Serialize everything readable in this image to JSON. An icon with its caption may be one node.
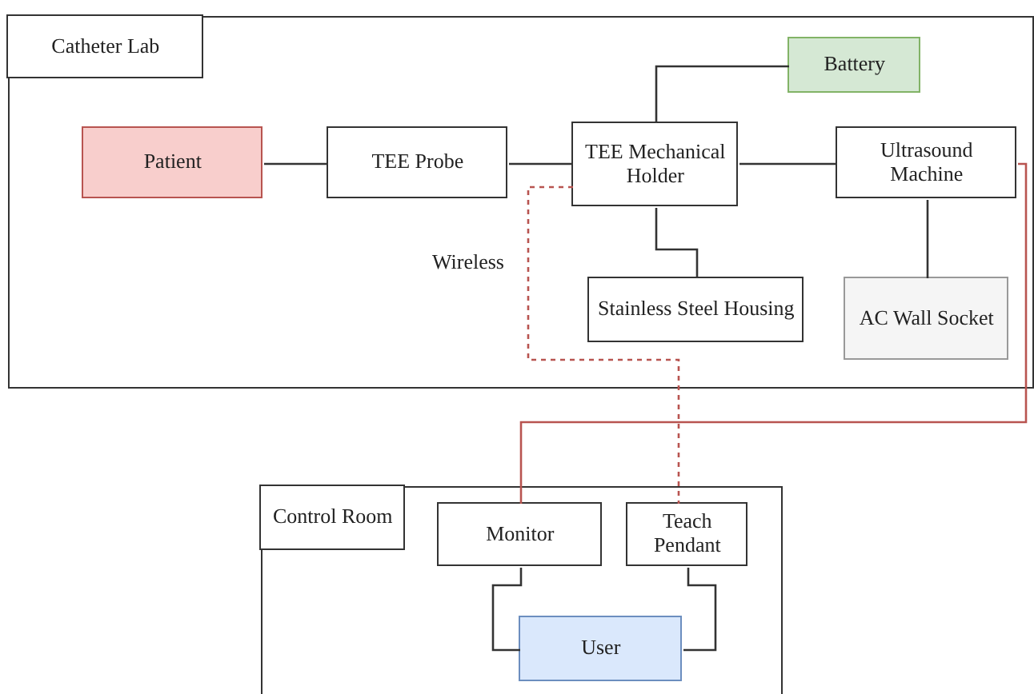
{
  "diagram": {
    "nodes": [
      {
        "text": [],
        "shape": "box"
      },
      {
        "text": [
          "Catheter Lab"
        ],
        "in": 0
      },
      {
        "text": [
          "Patient"
        ],
        "in": 0
      },
      {
        "text": [
          "TEE Probe"
        ],
        "in": 0
      },
      {
        "text": [
          "TEE Mechanical Holder"
        ],
        "in": 0
      },
      {
        "text": [
          "Battery"
        ],
        "in": 0
      },
      {
        "text": [
          "Ultrasound Machine"
        ],
        "in": 0
      },
      {
        "text": [
          "Stainless Steel Housing"
        ],
        "in": 0
      },
      {
        "text": [
          "AC Wall Socket"
        ],
        "in": 0
      },
      {
        "text": [],
        "shape": "box"
      },
      {
        "text": [
          "Control Room"
        ],
        "in": 9
      },
      {
        "text": [
          "Monitor"
        ],
        "in": 9
      },
      {
        "text": [
          "Teach Pendant"
        ],
        "in": 9
      },
      {
        "text": [
          "User"
        ],
        "in": 9
      }
    ],
    "edges": [
      {
        "from": 2,
        "to": 3,
        "arrow": "none"
      },
      {
        "from": 3,
        "to": 4,
        "arrow": "none"
      },
      {
        "from": 4,
        "to": 5,
        "arrow": "none"
      },
      {
        "from": 4,
        "to": 6,
        "arrow": "none"
      },
      {
        "from": 4,
        "to": 7,
        "arrow": "none"
      },
      {
        "from": 6,
        "to": 8,
        "arrow": "none"
      },
      {
        "from": 4,
        "to": 12,
        "arrow": "none",
        "label": "Wireless",
        "style": "dashed",
        "color": "#b85450"
      },
      {
        "from": 6,
        "to": 11,
        "arrow": "none",
        "color": "#b85450"
      },
      {
        "from": 11,
        "to": 13,
        "arrow": "none"
      },
      {
        "from": 12,
        "to": 13,
        "arrow": "none"
      }
    ]
  }
}
